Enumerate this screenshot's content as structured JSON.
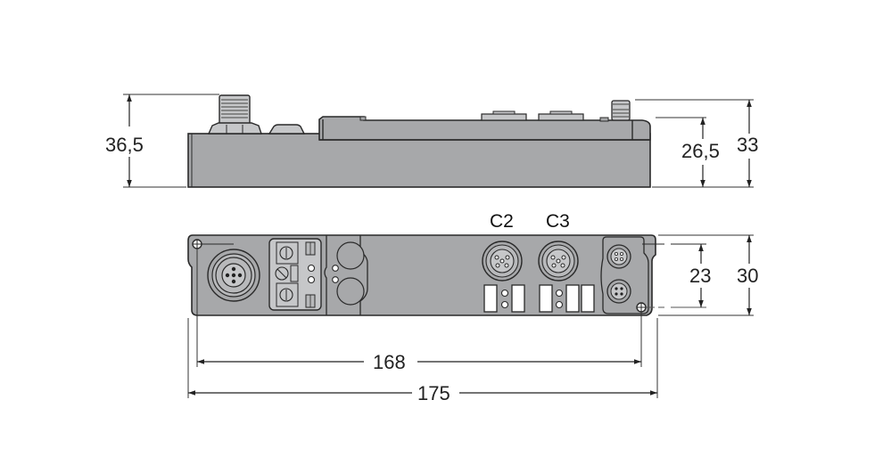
{
  "colors": {
    "body": "#a7a8aa",
    "outline": "#2a2a2a",
    "background": "#ffffff",
    "window": "#ffffff"
  },
  "side_view": {
    "dimensions": {
      "overall_height_left": "36,5",
      "housing_height_right": "26,5",
      "overall_height_right": "33"
    }
  },
  "front_view": {
    "connector_labels": [
      "C2",
      "C3"
    ],
    "dimensions": {
      "mounting_hole_spacing_vertical": "23",
      "width": "30",
      "mounting_hole_spacing_horizontal": "168",
      "overall_length": "175"
    }
  }
}
